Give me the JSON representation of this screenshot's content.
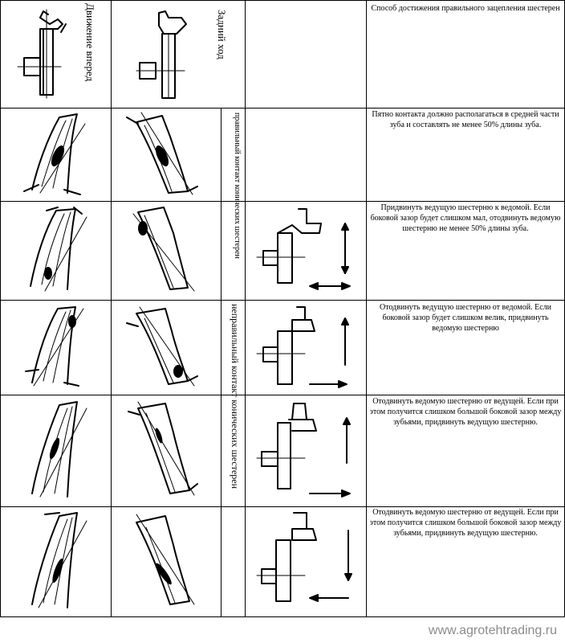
{
  "header": {
    "forward_label": "Движение вперед",
    "reverse_label": "Задний ход",
    "method_heading": "Способ достижения правильного зацепления шестерен"
  },
  "correct_contact": {
    "label": "правильный контакт конических шестерен",
    "description": "Пятно контакта должно располагаться в средней части зуба и составлять не менее 50% длины зуба."
  },
  "incorrect_contact": {
    "label": "неправильный контакт конических шестерен",
    "rows": [
      {
        "description": "Придвинуть ведущую шестерню к ведомой. Если боковой зазор будет слишком мал, отодвинуть ведомую шестерню не менее 50% длины зуба."
      },
      {
        "description": "Отодвинуть ведущую шестерню от ведомой. Если боковой зазор будет слишком велик, придвинуть ведомую шестерню"
      },
      {
        "description": "Отодвинуть ведомую шестерню от ведущей. Если при этом получится слишком большой боковой зазор между зубьями, придвинуть ведущую шестерню."
      },
      {
        "description": "Отодвинуть ведомую шестерню от ведущей. Если при этом получится слишком большой боковой зазор между зубьями, придвинуть ведущую шестерню."
      }
    ]
  },
  "watermark": "www.agrotehtrading.ru",
  "colors": {
    "line": "#000000",
    "watermark": "#8c8c8c"
  }
}
